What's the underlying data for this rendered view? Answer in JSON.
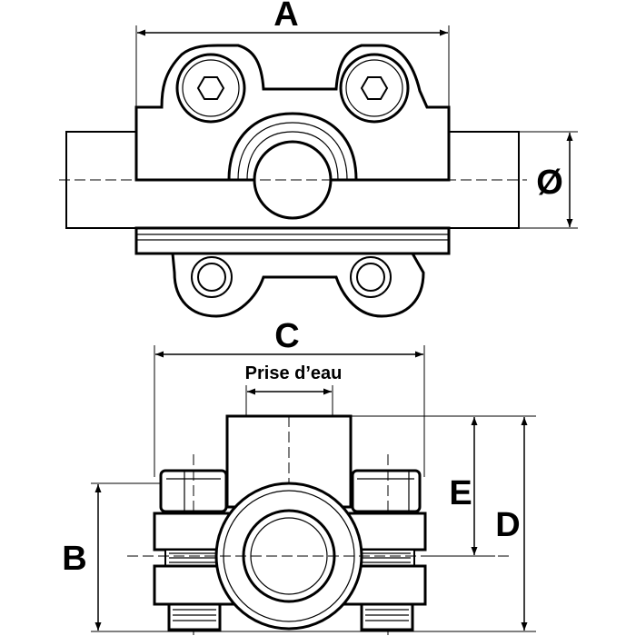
{
  "labels": {
    "a": "A",
    "diameter": "Ø",
    "c": "C",
    "tap": "Prise d’eau",
    "b": "B",
    "d": "D",
    "e": "E"
  }
}
